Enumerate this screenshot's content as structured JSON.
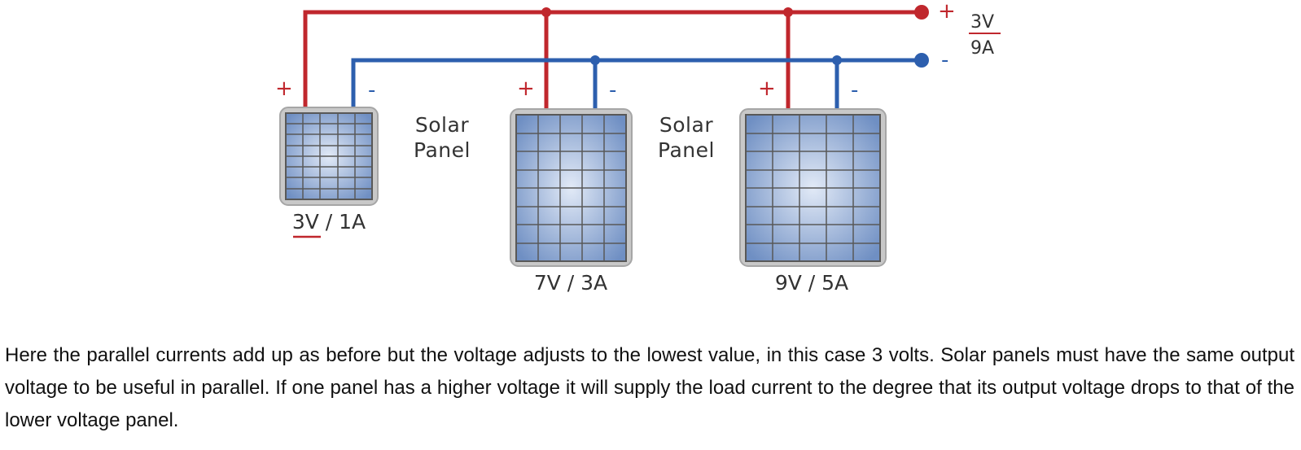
{
  "diagram": {
    "colors": {
      "positive_wire": "#c0272d",
      "negative_wire": "#2d5fae",
      "panel_frame": "#c8c8c8",
      "cell_center": "#e2eaf7",
      "cell_edge": "#6f8fc3",
      "grid_line": "#585858"
    },
    "output": {
      "plus_sign": "+",
      "minus_sign": "-",
      "voltage": "3V",
      "current": "9A"
    },
    "panels": [
      {
        "plus": "+",
        "minus": "-",
        "rating": "3V / 1A"
      },
      {
        "plus": "+",
        "minus": "-",
        "rating": "7V / 3A"
      },
      {
        "plus": "+",
        "minus": "-",
        "rating": "9V / 5A"
      }
    ],
    "panel_labels": [
      {
        "line1": "Solar",
        "line2": "Panel"
      },
      {
        "line1": "Solar",
        "line2": "Panel"
      }
    ]
  },
  "caption": "Here the parallel currents add up as before but the voltage adjusts to the lowest value, in this case 3 volts. Solar panels must have the same output voltage to be useful in parallel. If one panel has a higher voltage it will supply the load current to the degree that its output voltage drops to that of the lower voltage panel."
}
